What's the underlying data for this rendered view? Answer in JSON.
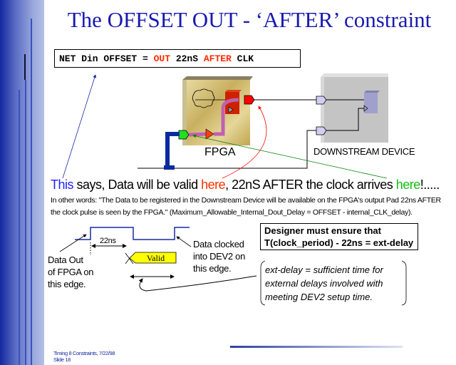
{
  "title": "The OFFSET OUT - ‘AFTER’  constraint",
  "constraint": {
    "part1": "NET Din OFFSET = ",
    "out": "OUT",
    "part2": " 22nS ",
    "after": "AFTER",
    "part3": " CLK"
  },
  "diagram": {
    "fpga_label": "FPGA",
    "downstream_label": "DOWNSTREAM DEVICE"
  },
  "sentence": {
    "this": "This",
    "mid": " says, Data will be valid ",
    "here1": "here",
    "mid2": ", 22nS AFTER the clock arrives ",
    "here2": "here",
    "end": "!....."
  },
  "explanation": "In other words: \"The Data to be registered in the Downstream Device will be available on the FPGA's output Pad 22ns AFTER the clock pulse is seen by the FPGA.\" (Maximum_Allowable_Internal_Dout_Delay = OFFSET - internal_CLK_delay).",
  "timing": {
    "delay_label": "22ns",
    "valid_label": "Valid",
    "data_out_label": [
      "Data Out",
      "of FPGA on",
      "this edge."
    ],
    "clocked_label": [
      "Data clocked",
      "into DEV2 on",
      "this edge."
    ]
  },
  "designer": {
    "line1": "Designer must ensure that",
    "line2": "T(clock_period)  - 22ns = ext-delay"
  },
  "ext_delay": [
    "ext-delay = sufficient time for",
    "external delays involved with",
    "meeting DEV2 setup time."
  ],
  "footer": {
    "line1": "Timing 8 Constraints, 7/22/98",
    "line2": "Slide 18"
  },
  "colors": {
    "title": "#1a1ab0",
    "accent_red": "#ff2a00",
    "accent_green": "#10c010",
    "accent_blue": "#2020ff"
  }
}
